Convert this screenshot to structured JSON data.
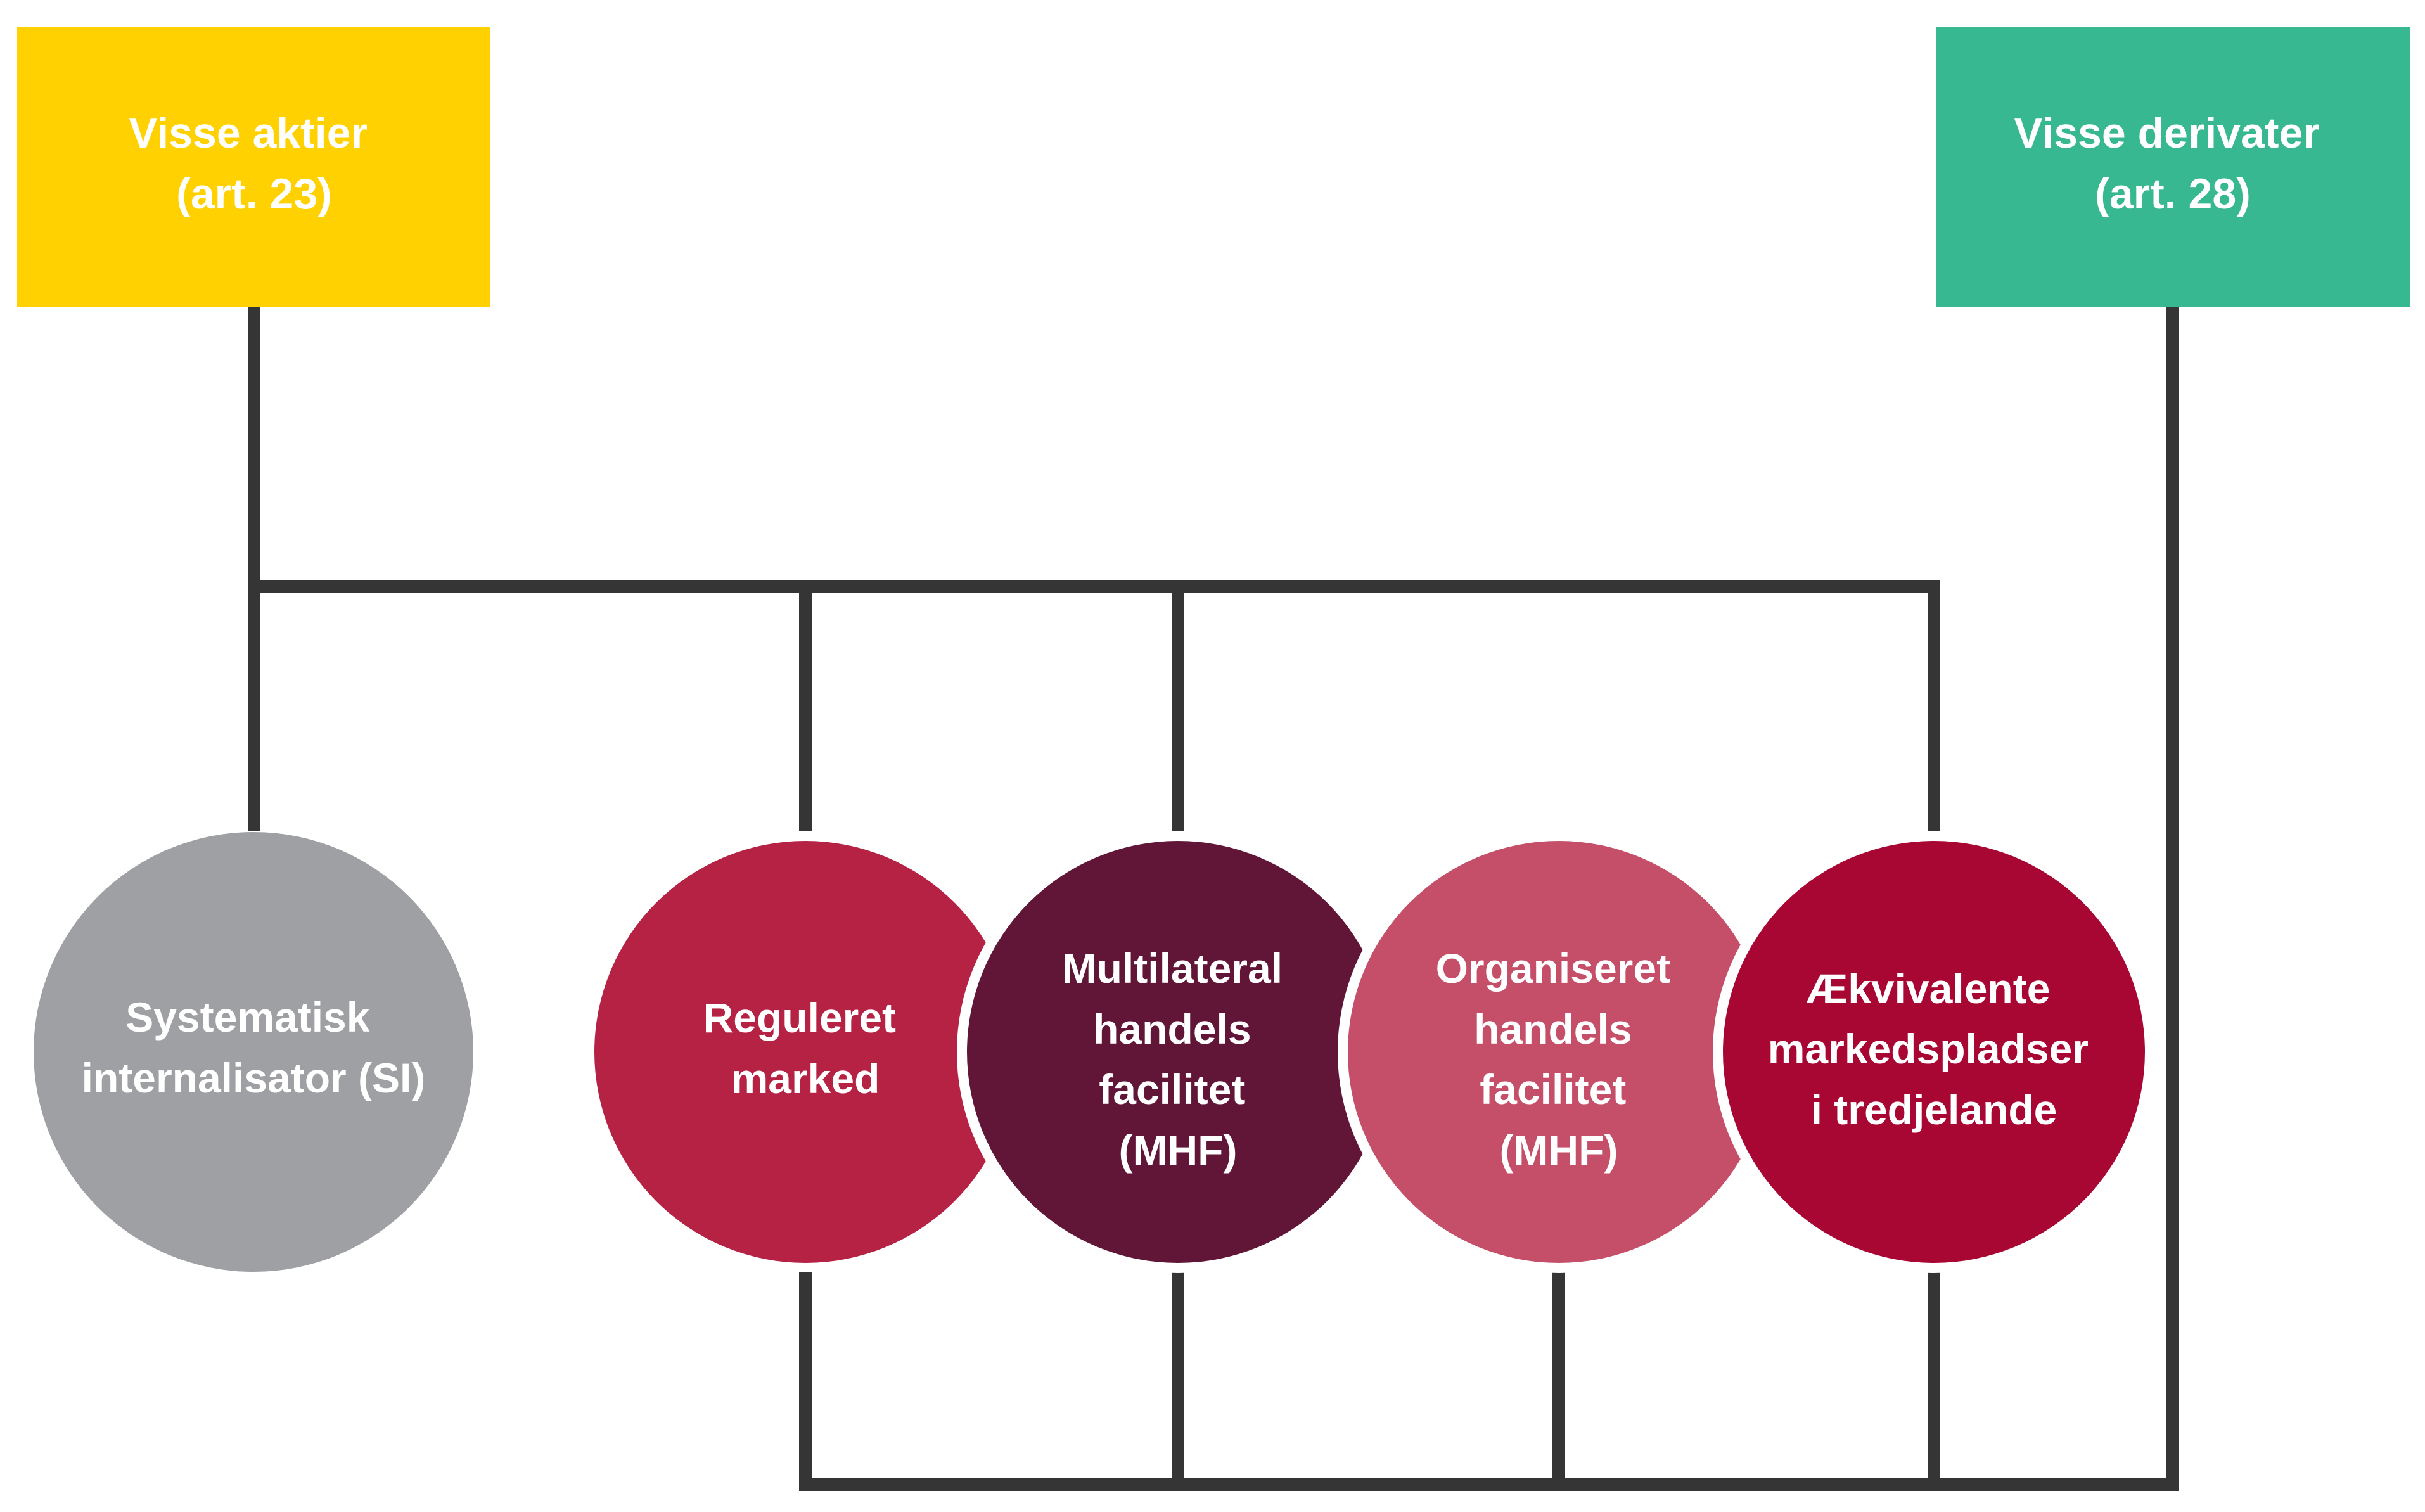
{
  "diagram": {
    "title": "",
    "colors": {
      "connector": "#353535",
      "outline": "#ffffff",
      "text": "#ffffff"
    },
    "sources": [
      {
        "id": "aktier",
        "lines": [
          "Visse aktier",
          "(art. 23)"
        ],
        "color": "#ffd100"
      },
      {
        "id": "derivater",
        "lines": [
          "Visse derivater",
          "(art. 28)"
        ],
        "color": "#37b890"
      }
    ],
    "venues": [
      {
        "id": "si",
        "lines": [
          "Systematisk",
          "internalisator (SI)"
        ],
        "color": "#9fa0a3",
        "connected_to": [
          "aktier"
        ]
      },
      {
        "id": "reguleret",
        "lines": [
          "Reguleret",
          "marked"
        ],
        "color": "#b52244",
        "connected_to": [
          "aktier",
          "derivater"
        ]
      },
      {
        "id": "mhf-multilateral",
        "lines": [
          "Multilateral",
          "handels",
          "facilitet",
          "(MHF)"
        ],
        "color": "#611638",
        "connected_to": [
          "aktier",
          "derivater"
        ]
      },
      {
        "id": "mhf-organiseret",
        "lines": [
          "Organiseret",
          "handels",
          "facilitet",
          "(MHF)"
        ],
        "color": "#c54f69",
        "connected_to": [
          "derivater"
        ]
      },
      {
        "id": "tredjelande",
        "lines": [
          "Ækvivalente",
          "markedspladser",
          "i tredjelande"
        ],
        "color": "#a80734",
        "connected_to": [
          "aktier",
          "derivater"
        ]
      }
    ]
  }
}
